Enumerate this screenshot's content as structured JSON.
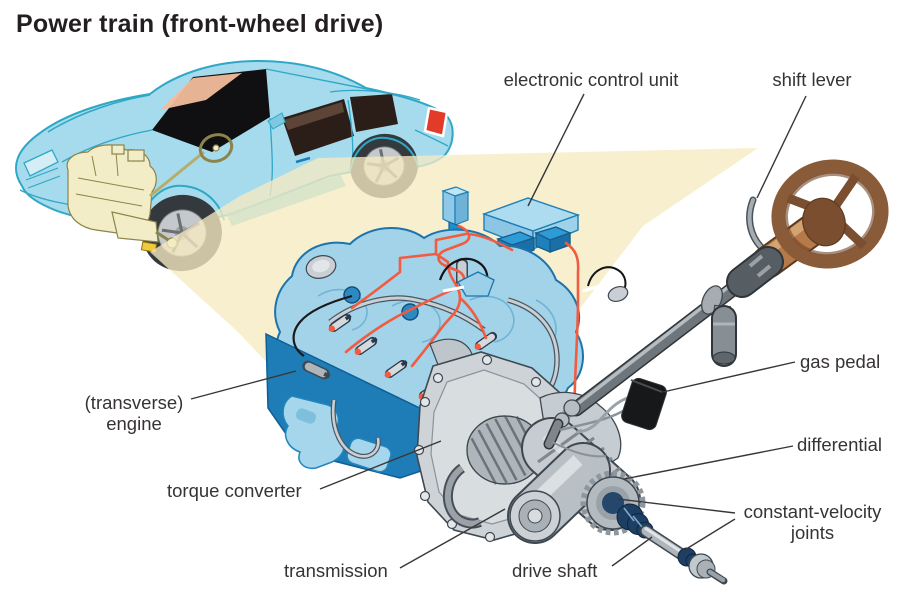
{
  "title": "Power train (front-wheel drive)",
  "labels": {
    "ecu": "electronic control unit",
    "shift_lever": "shift lever",
    "gas_pedal": "gas pedal",
    "differential": "differential",
    "transverse_engine": "(transverse) engine",
    "torque_converter": "torque converter",
    "transmission": "transmission",
    "drive_shaft": "drive shaft",
    "cv_joints": "constant-velocity joints"
  },
  "colors": {
    "title_text": "#231F20",
    "label_text": "#373334",
    "leader_line": "#3A3637",
    "car_body_blue": "#A5DBEC",
    "car_outline_teal": "#2FA8C6",
    "cutaway_cream": "#F2EDC6",
    "beam_cream": "#F6EBC2",
    "engine_light_blue": "#A2D3E9",
    "engine_dark_blue": "#1E7CB7",
    "wire_orange": "#F15B40",
    "metal_light_gray": "#C9CFD3",
    "metal_dark_gray": "#3F4850",
    "steering_wheel_brown": "#8A5B39",
    "column_copper": "#B5794A",
    "cv_boot_navy": "#1C3F63",
    "gas_pedal_black": "#17181A",
    "tail_light_red": "#E23B2A"
  }
}
